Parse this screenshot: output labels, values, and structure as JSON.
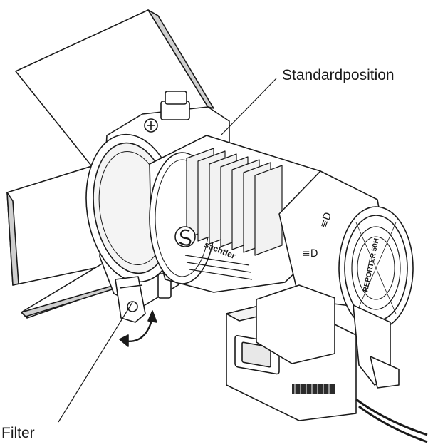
{
  "callouts": {
    "standard_position": "Standardposition",
    "filter": "Filter"
  },
  "device": {
    "brand_text": "sachtler",
    "cap_text": "REPORTER 50H",
    "mode_symbol_a": "≡D",
    "mode_symbol_b": "≡D"
  },
  "colors": {
    "line": "#1a1a1a",
    "fill": "#ffffff",
    "shade": "#d9d9d9",
    "dark": "#2b2b2b"
  }
}
